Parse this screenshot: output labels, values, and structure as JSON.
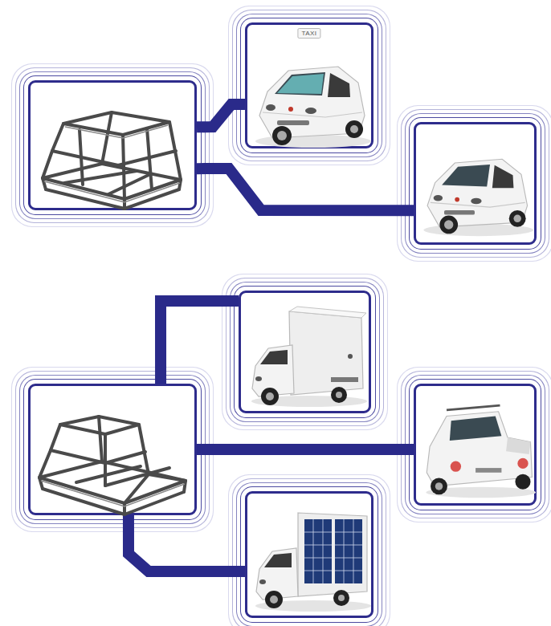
{
  "diagram": {
    "nodes": [
      {
        "text": []
      },
      {
        "text": [
          "TAXI"
        ]
      },
      {
        "text": []
      },
      {
        "text": []
      },
      {
        "text": []
      },
      {
        "text": []
      },
      {
        "text": []
      }
    ],
    "edges": [
      {
        "from": 0,
        "to": 1,
        "arrow": "none"
      },
      {
        "from": 0,
        "to": 2,
        "arrow": "none"
      },
      {
        "from": 3,
        "to": 4,
        "arrow": "none"
      },
      {
        "from": 3,
        "to": 5,
        "arrow": "none"
      },
      {
        "from": 3,
        "to": 6,
        "arrow": "none"
      }
    ]
  }
}
